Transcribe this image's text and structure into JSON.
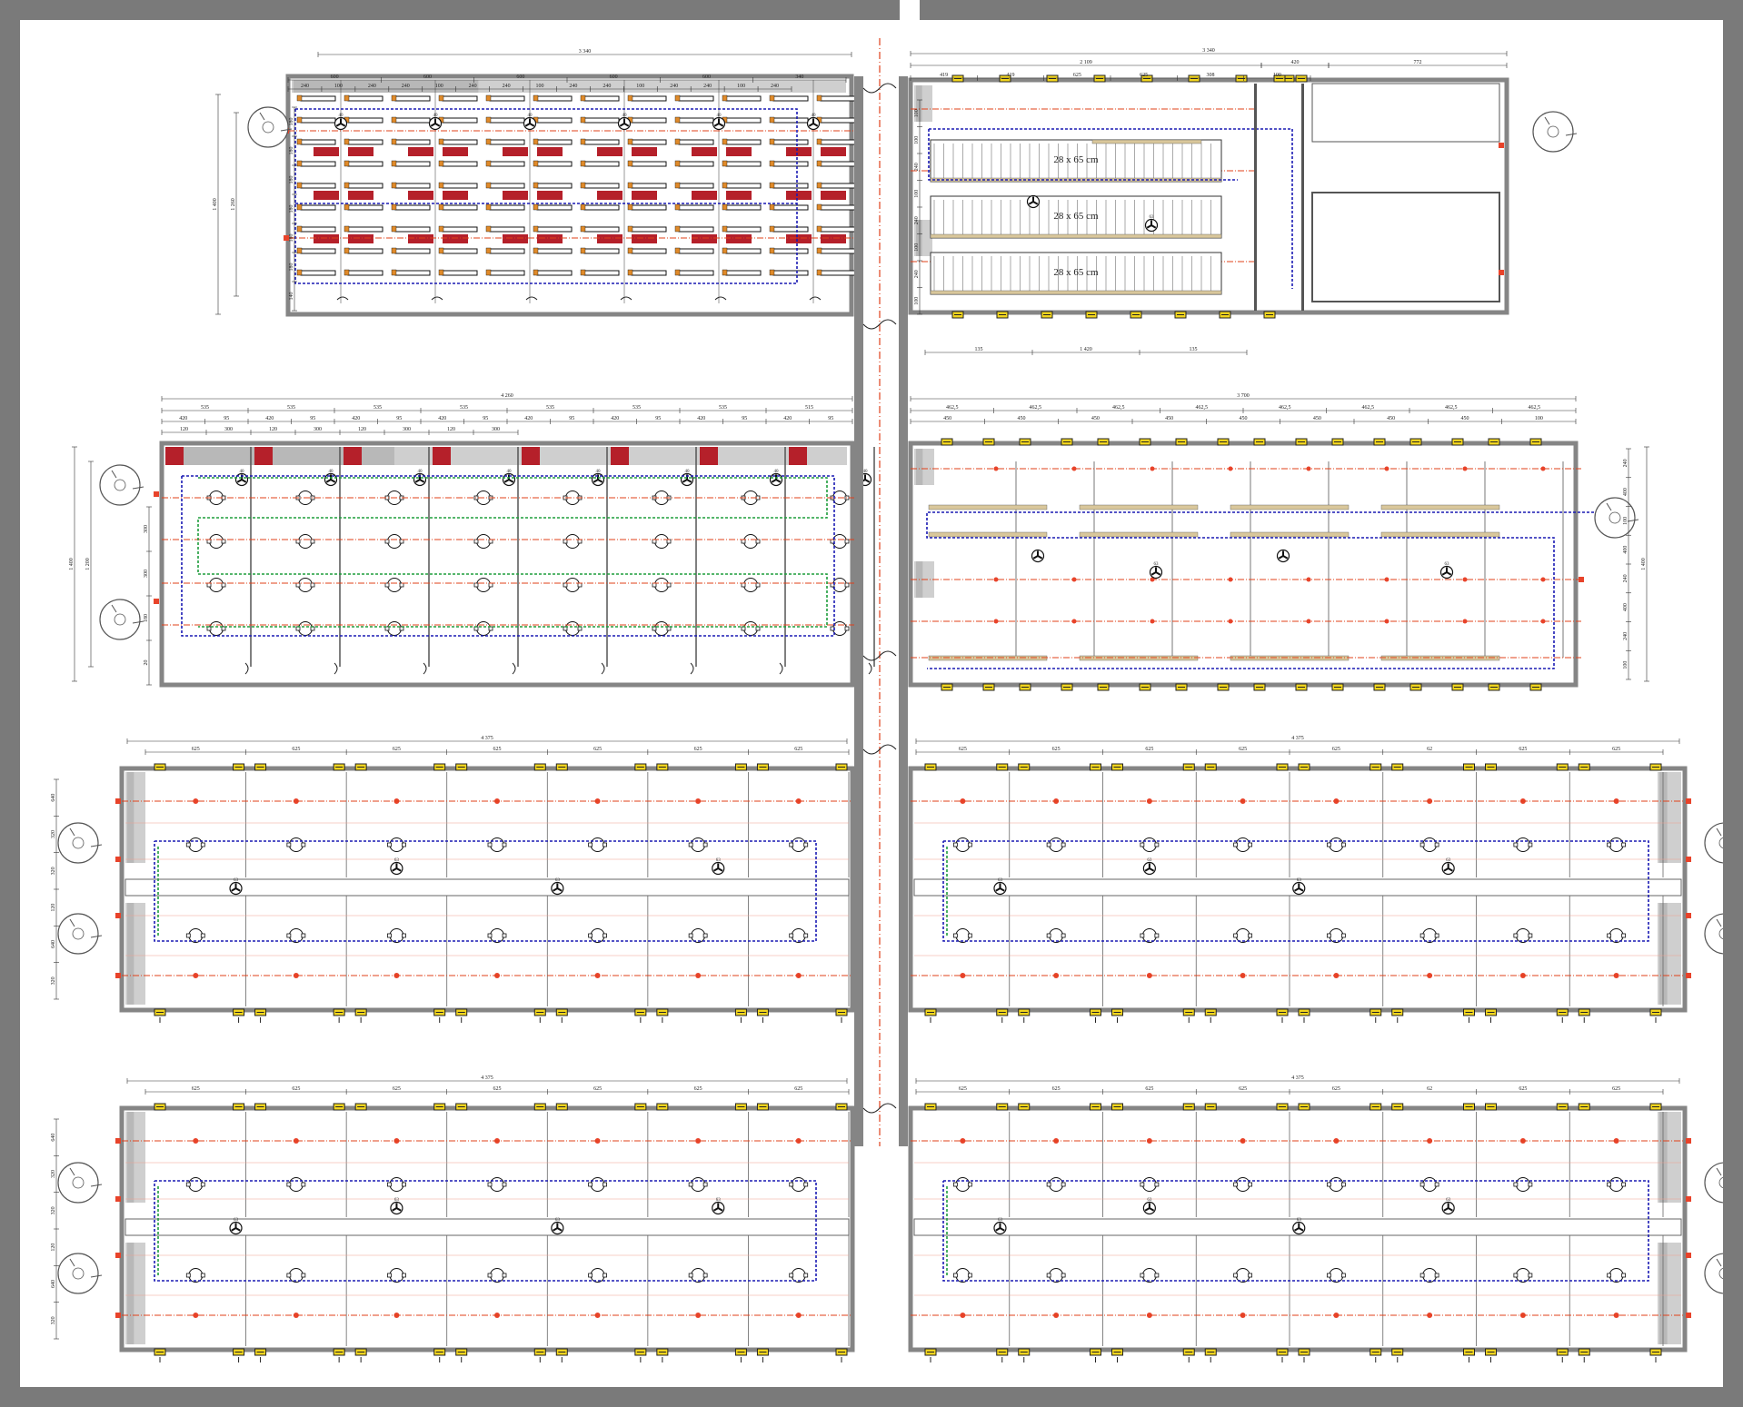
{
  "colors": {
    "wall": "#858585",
    "feed_line": "#e0401a",
    "feeder": "#e8432a",
    "water_line": "#1a1ab4",
    "green_line": "#1e9d3c",
    "crate": "#b5202a",
    "window": "#f2d51e",
    "dimension": "#333333"
  },
  "buildings": [
    {
      "id": "farrowing",
      "overall": "3 340",
      "spans": [
        "600",
        "600",
        "600",
        "600",
        "600",
        "340"
      ],
      "subspans": [
        "240",
        "100",
        "240",
        "240",
        "100",
        "240",
        "240",
        "100",
        "240",
        "240",
        "100",
        "240",
        "240",
        "100",
        "240"
      ],
      "side_overall": [
        "1 400",
        "1 260"
      ],
      "side": [
        "180",
        "180",
        "180",
        "180",
        "180",
        "180",
        "140"
      ]
    },
    {
      "id": "weaning",
      "overall": "3 340",
      "spans": [
        "2 109",
        "420",
        "772"
      ],
      "subspans": [
        "419",
        "419",
        "625",
        "625",
        "308",
        "100"
      ],
      "side": [
        "100",
        "100",
        "240",
        "100",
        "240",
        "100",
        "240",
        "100"
      ],
      "bottom": [
        "135",
        "1 420",
        "135"
      ],
      "pen_labels": [
        "28 x 65 cm",
        "28 x 65 cm",
        "28 x 65 cm"
      ]
    },
    {
      "id": "gestation",
      "overall": "4 260",
      "spans": [
        "535",
        "535",
        "535",
        "535",
        "535",
        "535",
        "535",
        "515"
      ],
      "subspans": [
        "420",
        "95",
        "420",
        "95",
        "420",
        "95",
        "420",
        "95",
        "420",
        "95",
        "420",
        "95",
        "420",
        "95",
        "420",
        "95"
      ],
      "subsubspans": [
        "120",
        "300",
        "120",
        "300",
        "120",
        "300",
        "120",
        "300"
      ],
      "side_overall": [
        "1 400",
        "1 200"
      ],
      "side": [
        "300",
        "300",
        "180",
        "20"
      ]
    },
    {
      "id": "prefinish",
      "overall": "3 700",
      "spans": [
        "462,5",
        "462,5",
        "462,5",
        "462,5",
        "462,5",
        "462,5",
        "462,5",
        "462,5"
      ],
      "subspans": [
        "450",
        "450",
        "450",
        "450",
        "450",
        "450",
        "450",
        "450",
        "100"
      ],
      "side_overall": "1 400",
      "side": [
        "240",
        "400",
        "100",
        "400",
        "240",
        "400",
        "240",
        "100"
      ]
    },
    {
      "id": "finish_a_left",
      "overall": "4 375",
      "spans": [
        "625",
        "625",
        "625",
        "625",
        "625",
        "625",
        "625"
      ],
      "side": [
        "640",
        "320",
        "320",
        "120",
        "640",
        "320"
      ]
    },
    {
      "id": "finish_a_right",
      "overall": "4 375",
      "spans": [
        "625",
        "625",
        "625",
        "625",
        "625",
        "62",
        "625",
        "625"
      ]
    },
    {
      "id": "finish_b_left",
      "overall": "4 375",
      "spans": [
        "625",
        "625",
        "625",
        "625",
        "625",
        "625",
        "625"
      ],
      "side": [
        "640",
        "320",
        "320",
        "120",
        "640",
        "320"
      ]
    },
    {
      "id": "finish_b_right",
      "overall": "4 375",
      "spans": [
        "625",
        "625",
        "625",
        "625",
        "625",
        "62",
        "625",
        "625"
      ]
    }
  ],
  "fan_tag": "63",
  "fan_tag_small": "40"
}
